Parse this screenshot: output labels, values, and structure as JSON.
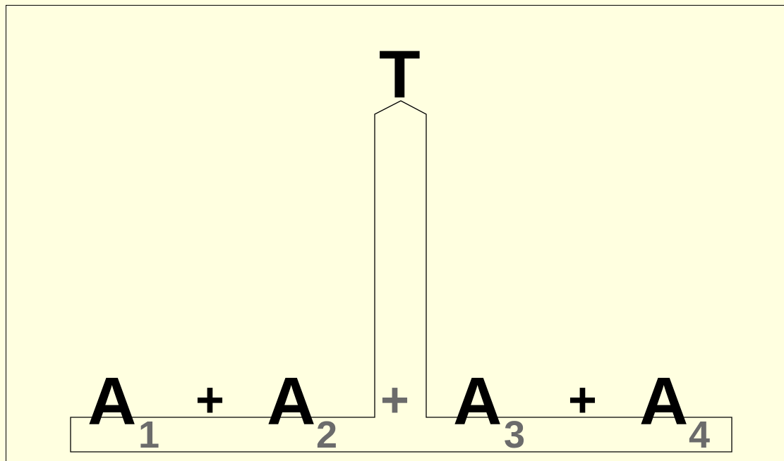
{
  "diagram": {
    "top_label": "T",
    "terms": [
      {
        "letter": "A",
        "subscript": "1"
      },
      {
        "letter": "A",
        "subscript": "2"
      },
      {
        "letter": "A",
        "subscript": "3"
      },
      {
        "letter": "A",
        "subscript": "4"
      }
    ],
    "operators": [
      "+",
      "+",
      "+"
    ]
  },
  "colors": {
    "background": "#ffffe0",
    "outline": "#000000",
    "primary_text": "#000000",
    "secondary_text": "#6b6b6b"
  }
}
